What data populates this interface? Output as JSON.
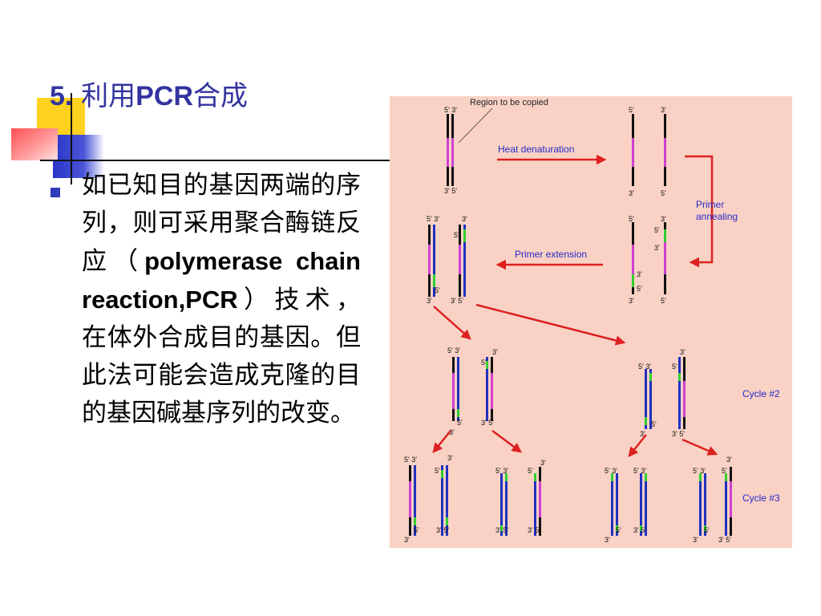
{
  "title": {
    "number": "5.",
    "text_before": "利用",
    "text_bold": "PCR",
    "text_after": "合成"
  },
  "body": {
    "text_start": "如已知目的基因两端的序列，则可采用聚合酶链反应（",
    "text_en": "polymerase chain reaction,PCR",
    "text_end": "）技术，在体外合成目的基因。但此法可能会造成克隆的目的基因碱基序列的改变。"
  },
  "diagram": {
    "labels": {
      "region_to_be_copied": "Region to be copied",
      "heat_denaturation": "Heat denaturation",
      "primer_annealing_line1": "Primer",
      "primer_annealing_line2": "annealing",
      "primer_extension": "Primer extension",
      "cycle2": "Cycle #2",
      "cycle3": "Cycle #3"
    },
    "colors": {
      "background": "#f9d2c5",
      "strand_black": "#111111",
      "strand_blue": "#2030c0",
      "region_magenta": "#d040d0",
      "primer_green": "#30d030",
      "arrow_red": "#dd2020",
      "label_blue": "#2828c8"
    }
  }
}
